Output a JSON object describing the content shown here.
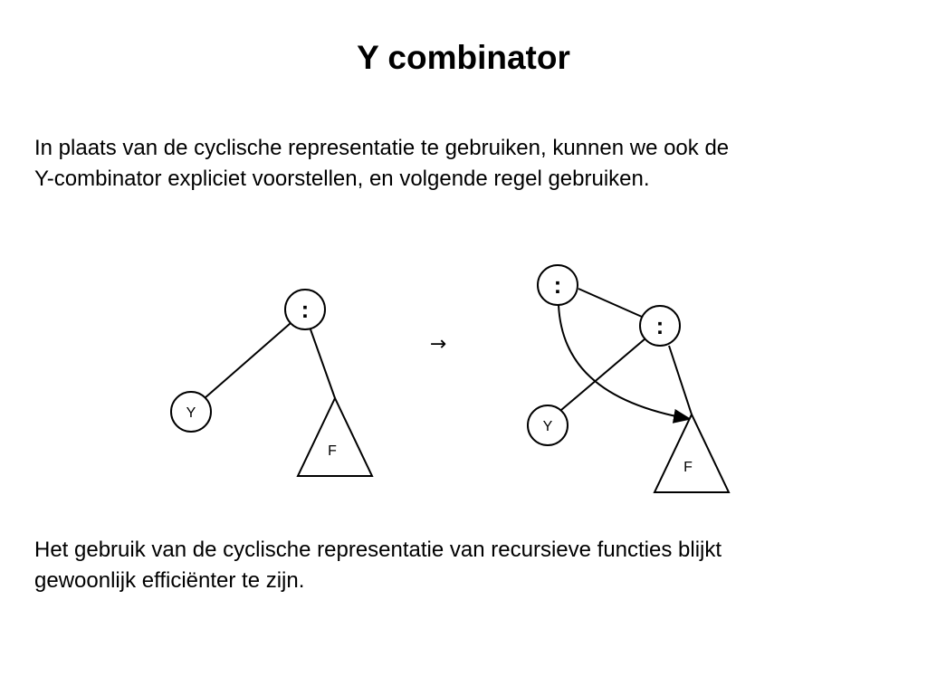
{
  "slide": {
    "title": "Y combinator",
    "intro_lines": [
      "In plaats van de cyclische representatie te gebruiken, kunnen we ook de",
      "Y-combinator expliciet voorstellen, en volgende regel gebruiken."
    ],
    "conclusion_lines": [
      "Het gebruik van de cyclische representatie van recursieve functies blijkt",
      "gewoonlijk efficiënter te zijn."
    ]
  },
  "diagram": {
    "arrow_symbol": "→",
    "left_graph": {
      "root_label": ":",
      "y_label": "Y",
      "f_label": "F"
    },
    "right_graph": {
      "outer_root_label": ":",
      "inner_root_label": ":",
      "y_label": "Y",
      "f_label": "F"
    }
  }
}
